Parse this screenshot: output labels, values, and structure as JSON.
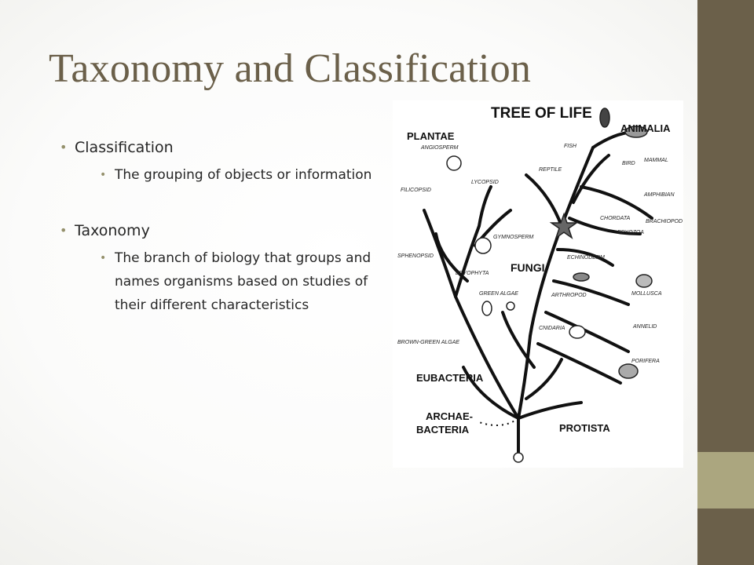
{
  "slide": {
    "title": "Taxonomy and Classification",
    "bullets": [
      {
        "label": "Classification",
        "sub": [
          "The grouping of objects or information"
        ]
      },
      {
        "label": "Taxonomy",
        "sub": [
          "The branch of biology that groups and names organisms based on studies of their different characteristics"
        ]
      }
    ]
  },
  "figure": {
    "title": "TREE OF LIFE",
    "groups": {
      "plantae": "PLANTAE",
      "animalia": "ANIMALIA",
      "fungi": "FUNGI",
      "eubacteria": "EUBACTERIA",
      "archae_1": "ARCHAE-",
      "archae_2": "BACTERIA",
      "protista": "PROTISTA"
    },
    "labels": {
      "angiosperm": "ANGIOSPERM",
      "filicopsid": "FILICOPSID",
      "lycopsid": "LYCOPSID",
      "sphenopsid": "SPHENOPSID",
      "gymnosperm": "GYMNOSPERM",
      "bryophyta": "BRYOPHYTA",
      "green_algae": "GREEN ALGAE",
      "brown_green_algae": "BROWN-GREEN ALGAE",
      "fish": "FISH",
      "reptile": "REPTILE",
      "bird": "BIRD",
      "mammal": "MAMMAL",
      "amphibian": "AMPHIBIAN",
      "brachiopod": "BRACHIOPOD",
      "bryozoa": "BRYOZOA",
      "chordata": "CHORDATA",
      "echinoderm": "ECHINODERM",
      "arthropod": "ARTHROPOD",
      "mollusca": "MOLLUSCA",
      "annelid": "ANNELID",
      "cnidaria": "CNIDARIA",
      "porifera": "PORIFERA"
    }
  }
}
